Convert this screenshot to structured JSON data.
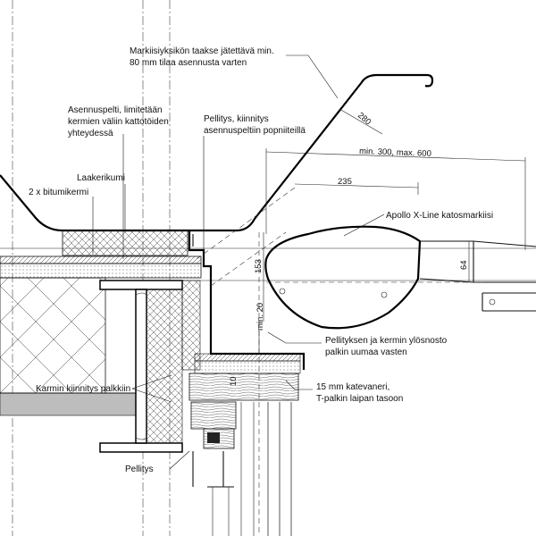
{
  "labels": {
    "clearance_line1": "Markiisiyksikön taakse jätettävä min.",
    "clearance_line2": "80 mm tilaa asennusta varten",
    "plate_line1": "Asennuspelti, limitetään",
    "plate_line2": "kermien väliin kattotöiden",
    "plate_line3": "yhteydessä",
    "sheet_line1": "Pellitys, kiinnitys",
    "sheet_line2": "asennuspeltiin popniiteillä",
    "laakeri": "Laakerikumi",
    "bitumi": "2 x bitumikermi",
    "awning": "Apollo X-Line katosmarkiisi",
    "raise_line1": "Pellityksen ja kermin ylösnosto",
    "raise_line2": "palkin uumaa vasten",
    "kerm_fix": "Karmin kiinnitys palkkiin",
    "veneer_line1": "15 mm katevaneri,",
    "veneer_line2": "T-palkin laipan tasoon",
    "pellitys": "Pellitys"
  },
  "dimensions": {
    "d280": "280",
    "d300": "min. 300, max. 600",
    "d235": "235",
    "d153": "153",
    "d64": "64",
    "dmin20": "min. 20",
    "d10": "10"
  },
  "colors": {
    "line": "#111111",
    "glass": "#888888",
    "background": "#ffffff"
  }
}
